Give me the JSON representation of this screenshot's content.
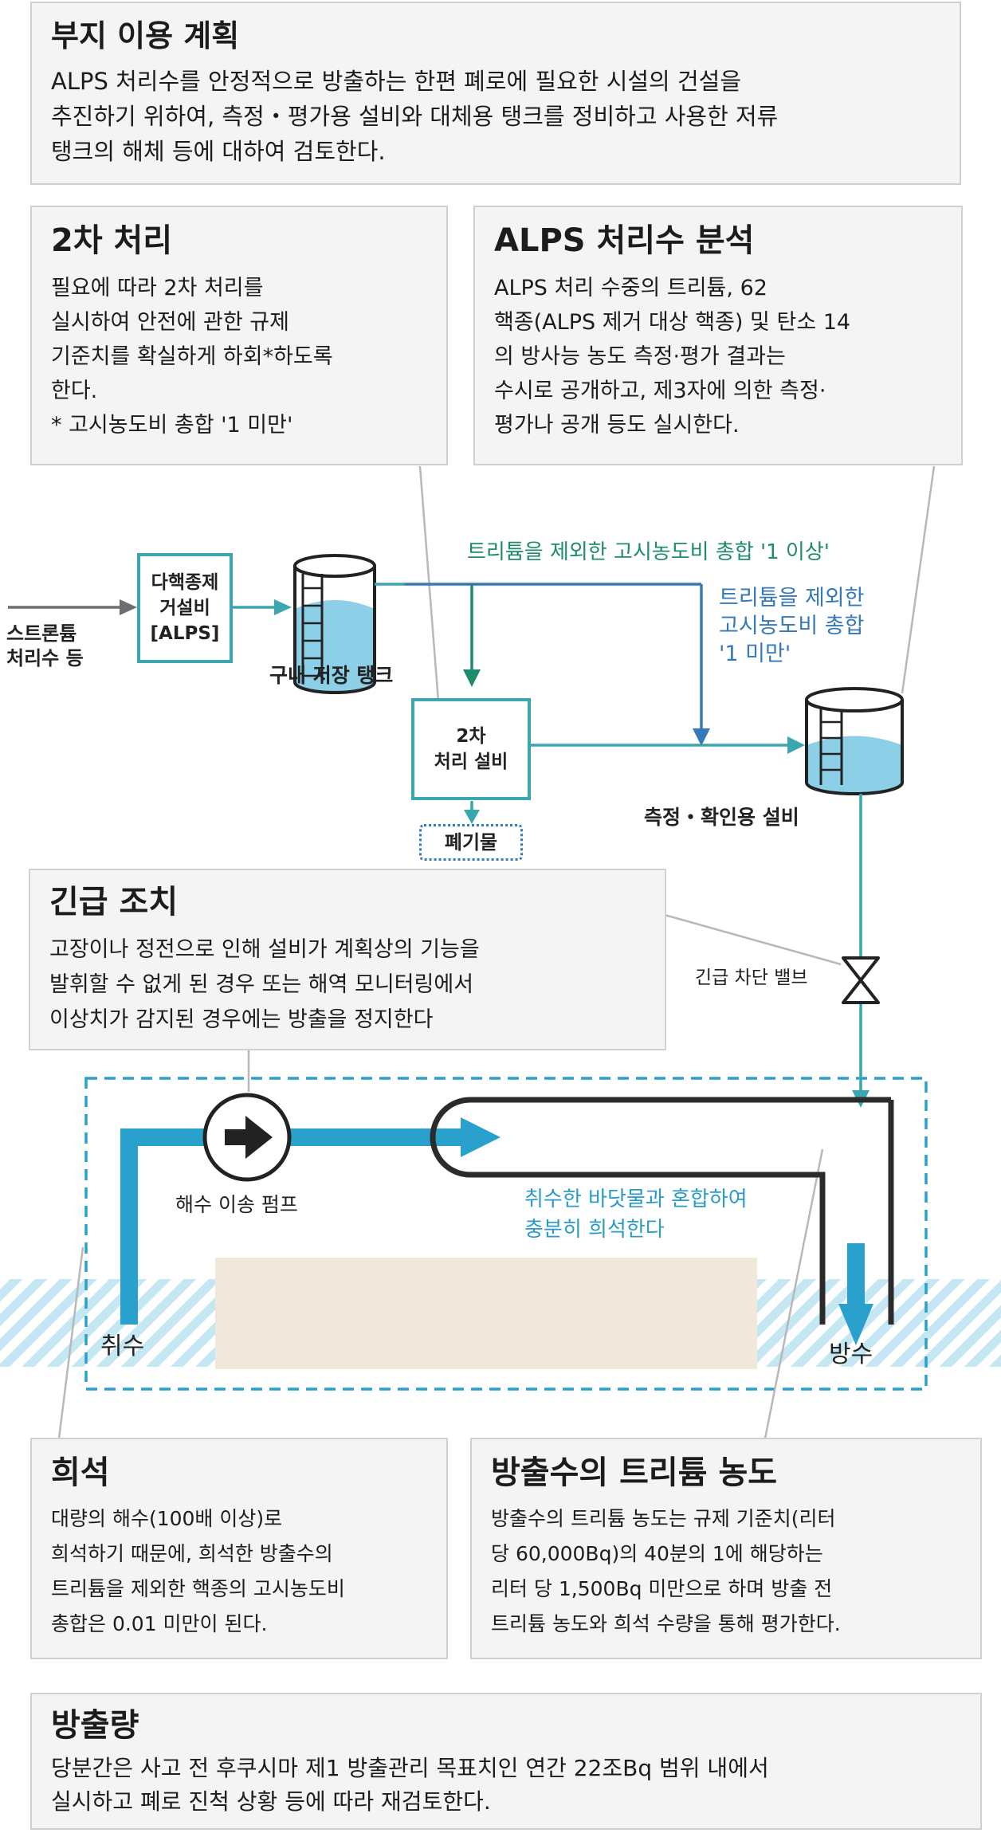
{
  "site_plan": {
    "title": "부지 이용 계획",
    "body": "ALPS 처리수를 안정적으로 방출하는 한편 폐로에 필요한 시설의 건설을\n추진하기 위하여, 측정・평가용 설비와 대체용 탱크를 정비하고 사용한 저류\n탱크의 해체 등에 대하여 검토한다."
  },
  "secondary_treatment": {
    "title": "2차 처리",
    "body": "필요에 따라 2차 처리를\n실시하여 안전에 관한 규제\n기준치를 확실하게 하회*하도록\n한다.\n* 고시농도비 총합 '1 미만'"
  },
  "alps_analysis": {
    "title": "ALPS 처리수 분석",
    "body": "ALPS 처리 수중의 트리튬, 62\n핵종(ALPS 제거 대상 핵종) 및 탄소 14\n의 방사능 농도 측정·평가 결과는\n수시로 공개하고, 제3자에 의한 측정·\n평가나 공개 등도 실시한다."
  },
  "flow": {
    "source_label": "스트론튬\n처리수 등",
    "alps_label": "다핵종제\n거설비\n[ALPS]",
    "storage_tank_label": "구내 저장 탱크",
    "over_one_label": "트리튬을 제외한 고시농도비 총합 '1 이상'",
    "under_one_label": "트리튬을 제외한\n고시농도비 총합\n'1 미만'",
    "secondary_facility_label": "2차\n처리 설비",
    "waste_label": "폐기물",
    "measure_facility_label": "측정・확인용 설비",
    "valve_label": "긴급 차단 밸브",
    "pump_label": "해수 이송 펌프",
    "mix_label": "취수한 바닷물과 혼합하여\n충분히 희석한다",
    "intake_label": "취수",
    "discharge_label": "방수"
  },
  "emergency": {
    "title": "긴급 조치",
    "body": "고장이나 정전으로 인해 설비가 계획상의 기능을\n발휘할 수 없게 된 경우 또는 해역 모니터링에서\n이상치가 감지된 경우에는 방출을 정지한다"
  },
  "dilution": {
    "title": "희석",
    "body": "대량의 해수(100배 이상)로\n희석하기 때문에, 희석한 방출수의\n트리튬을 제외한 핵종의 고시농도비\n총합은  0.01 미만이 된다."
  },
  "tritium_concentration": {
    "title": "방출수의 트리튬 농도",
    "body": "방출수의 트리튬 농도는 규제 기준치(리터\n당 60,000Bq)의  40분의 1에 해당하는\n리터 당 1,500Bq 미만으로 하며 방출 전\n트리튬 농도와 희석 수량을 통해 평가한다."
  },
  "discharge_amount": {
    "title": "방출량",
    "body": "당분간은 사고 전 후쿠시마 제1 방출관리 목표치인 연간 22조Bq 범위 내에서\n실시하고 폐로 진척 상황 등에 따라 재검토한다."
  },
  "colors": {
    "teal": "#3aa7b0",
    "green": "#1e8a6e",
    "blue": "#3579b8",
    "sea_blue": "#2aa0cc",
    "panel": "#f4f4f4"
  }
}
